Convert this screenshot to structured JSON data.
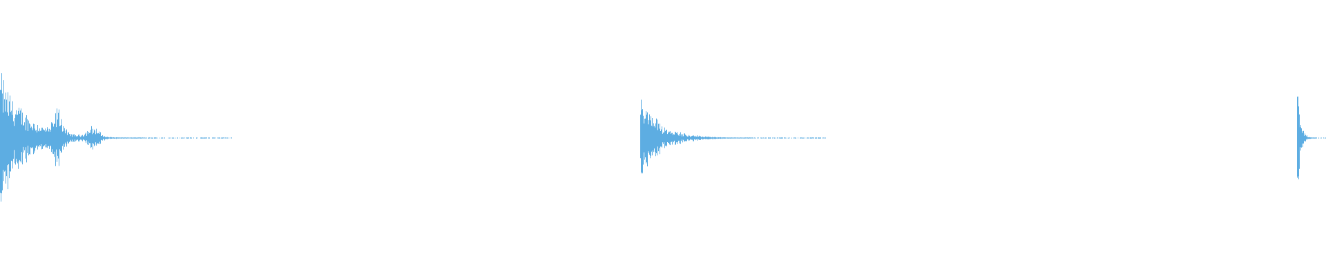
{
  "waveform": {
    "color": "#5dade2",
    "background": "#ffffff",
    "amplitude_scale": "linear",
    "bursts": [
      {
        "name": "burst-1",
        "onset_fraction": 0.0,
        "peak_amplitude": 0.92,
        "decay_fraction": 0.175
      },
      {
        "name": "burst-2",
        "onset_fraction": 0.483,
        "peak_amplitude": 0.56,
        "decay_fraction": 0.14
      },
      {
        "name": "burst-3",
        "onset_fraction": 0.978,
        "peak_amplitude": 0.72,
        "decay_fraction": 0.022
      }
    ]
  }
}
